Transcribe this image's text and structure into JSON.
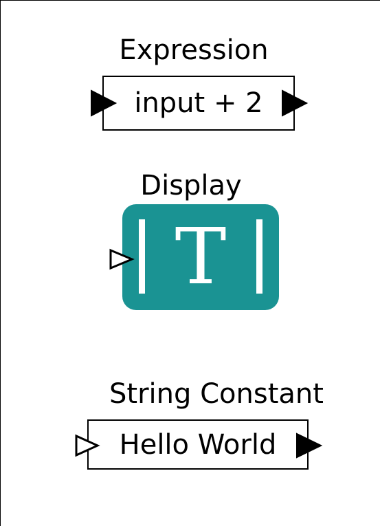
{
  "blocks": {
    "expression": {
      "title": "Expression",
      "content": "input + 2"
    },
    "display": {
      "title": "Display",
      "glyph": "T",
      "color": "#1a9393"
    },
    "string_constant": {
      "title": "String Constant",
      "content": "Hello World"
    }
  },
  "ports": {
    "filled_color": "#000000",
    "hollow_color": "#ffffff"
  }
}
